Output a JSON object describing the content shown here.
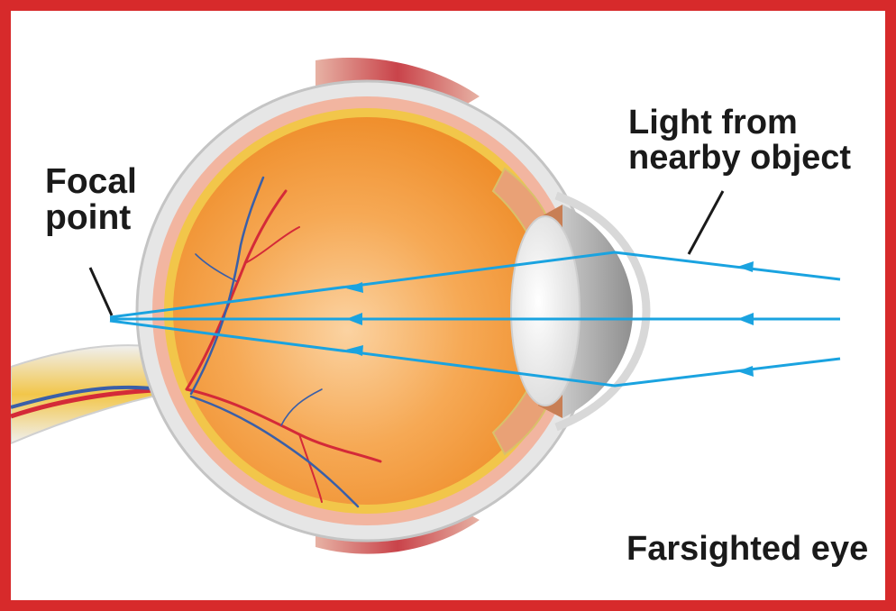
{
  "labels": {
    "focal_point": [
      "Focal",
      "point"
    ],
    "light_source": [
      "Light from",
      "nearby object"
    ],
    "title": "Farsighted eye"
  },
  "colors": {
    "frame": "#d72a2b",
    "light_ray": "#1aa3e0",
    "vitreous": "#f5a040",
    "retina": "#f2c64a",
    "sclera": "#e3e3e3",
    "muscle": "#c9434a",
    "artery": "#d42a38",
    "vein": "#3a5fa8"
  }
}
